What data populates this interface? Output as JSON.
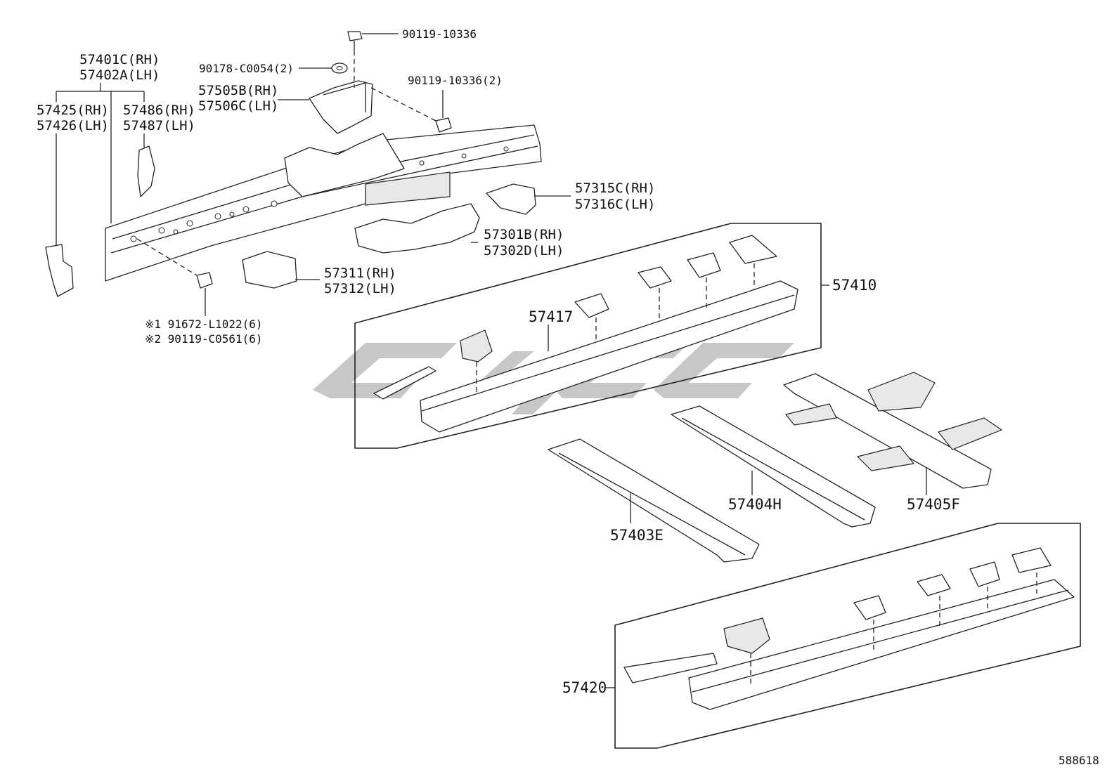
{
  "diagram": {
    "callouts": {
      "c57401": {
        "line1": "57401C(RH)",
        "line2": "57402A(LH)"
      },
      "c57425": {
        "line1": "57425(RH)",
        "line2": "57426(LH)"
      },
      "c57486": {
        "line1": "57486(RH)",
        "line2": "57487(LH)"
      },
      "c90119a": {
        "line1": "90119-10336"
      },
      "c90178": {
        "line1": "90178-C0054(2)"
      },
      "c57505": {
        "line1": "57505B(RH)",
        "line2": "57506C(LH)"
      },
      "c90119b": {
        "line1": "90119-10336(2)"
      },
      "c57315": {
        "line1": "57315C(RH)",
        "line2": "57316C(LH)"
      },
      "c57301": {
        "line1": "57301B(RH)",
        "line2": "57302D(LH)"
      },
      "c57311": {
        "line1": "57311(RH)",
        "line2": "57312(LH)"
      },
      "c91672": {
        "line1": "※1 91672-L1022(6)",
        "line2": "※2 90119-C0561(6)"
      },
      "c57410": {
        "line1": "57410"
      },
      "c57417": {
        "line1": "57417"
      },
      "c57403": {
        "line1": "57403E"
      },
      "c57404": {
        "line1": "57404H"
      },
      "c57405": {
        "line1": "57405F"
      },
      "c57420": {
        "line1": "57420"
      }
    },
    "diagram_number": "588618"
  }
}
